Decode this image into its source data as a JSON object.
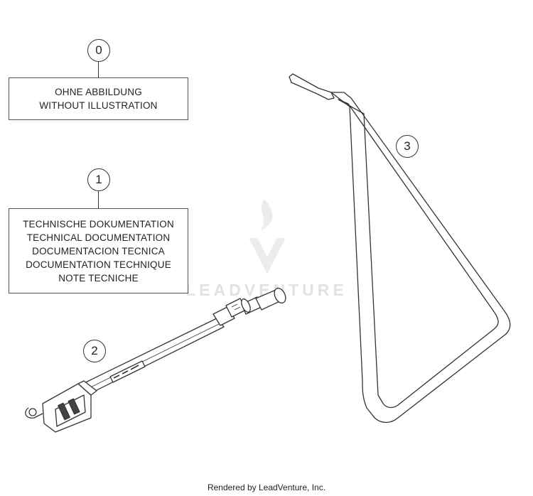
{
  "callouts": {
    "c0": "0",
    "c1": "1",
    "c2": "2",
    "c3": "3"
  },
  "boxes": {
    "box0": [
      "OHNE ABBILDUNG",
      "WITHOUT ILLUSTRATION"
    ],
    "box1": [
      "TECHNISCHE DOKUMENTATION",
      "TECHNICAL DOCUMENTATION",
      "DOCUMENTACION TECNICA",
      "DOCUMENTATION TECHNIQUE",
      "NOTE TECNICHE"
    ]
  },
  "watermark": "LEADVENTURE",
  "footer": "Rendered by LeadVenture, Inc.",
  "colors": {
    "line": "#333333",
    "watermark": "#e2e2e2"
  }
}
